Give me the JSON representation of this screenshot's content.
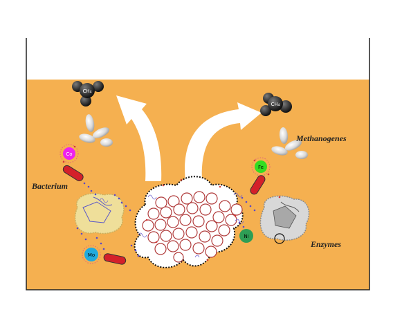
{
  "labels": {
    "bacterium": "Bacterium",
    "methanogenes": "Methanogenes",
    "enzymes": "Enzymes"
  },
  "molecules": {
    "methane_left": "CH₄",
    "methane_right": "CH₄"
  },
  "metals": {
    "co": {
      "symbol": "Co",
      "color": "#ee22ee"
    },
    "fe": {
      "symbol": "Fe",
      "color": "#33dd22"
    },
    "mo": {
      "symbol": "Mo",
      "color": "#22aadd"
    },
    "ni": {
      "symbol": "Ni",
      "color": "#2e9e55"
    }
  },
  "colors": {
    "medium": "#f5b050",
    "bacterium_rod": "#d4202a",
    "arrow": "#ffffff",
    "particle_outline": "#b03a3a"
  }
}
